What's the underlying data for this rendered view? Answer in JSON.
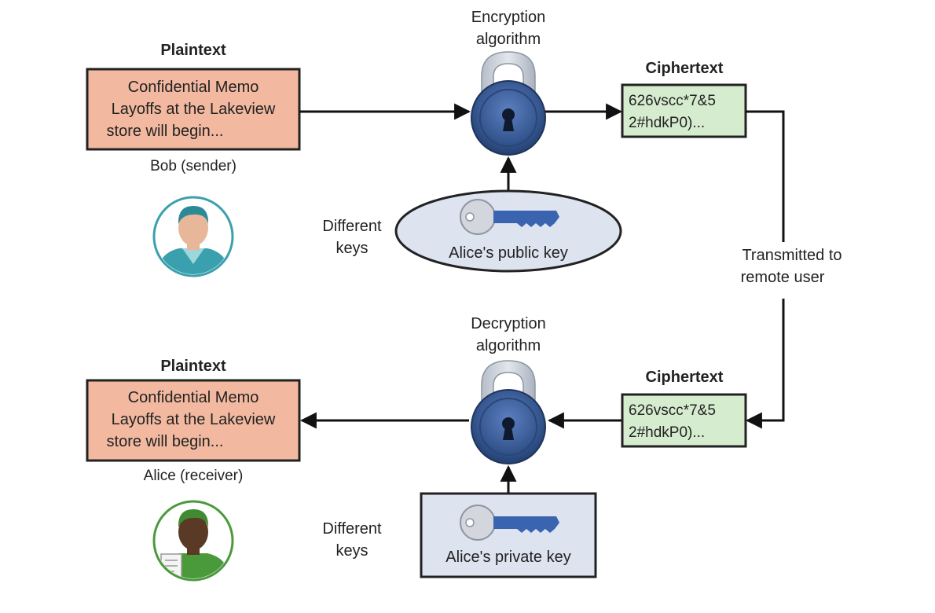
{
  "top": {
    "plaintext_heading": "Plaintext",
    "memo_lines": [
      "Confidential Memo",
      "Layoffs at the Lakeview",
      "store will begin..."
    ],
    "person_label": "Bob (sender)",
    "algorithm_lines": [
      "Encryption",
      "algorithm"
    ],
    "ciphertext_heading": "Ciphertext",
    "cipher_lines": [
      "626vscc*7&5",
      "2#hdkP0)..."
    ],
    "keys_lines": [
      "Different",
      "keys"
    ],
    "key_label": "Alice's public key"
  },
  "transmit_lines": [
    "Transmitted to",
    "remote user"
  ],
  "bottom": {
    "plaintext_heading": "Plaintext",
    "memo_lines": [
      "Confidential Memo",
      "Layoffs at the Lakeview",
      "store will begin..."
    ],
    "person_label": "Alice (receiver)",
    "algorithm_lines": [
      "Decryption",
      "algorithm"
    ],
    "ciphertext_heading": "Ciphertext",
    "cipher_lines": [
      "626vscc*7&5",
      "2#hdkP0)..."
    ],
    "keys_lines": [
      "Different",
      "keys"
    ],
    "key_label": "Alice's private key"
  },
  "colors": {
    "memo_fill": "#f2b9a0",
    "cipher_fill": "#d6eccf",
    "public_key_fill": "#dde3ef",
    "private_key_fill": "#dde3ef",
    "lock_body": "#35568f",
    "lock_shackle": "#c9ced6",
    "key_blade": "#3a64b0",
    "bob_accent": "#3aa0ad",
    "alice_accent": "#4a9a3c"
  }
}
